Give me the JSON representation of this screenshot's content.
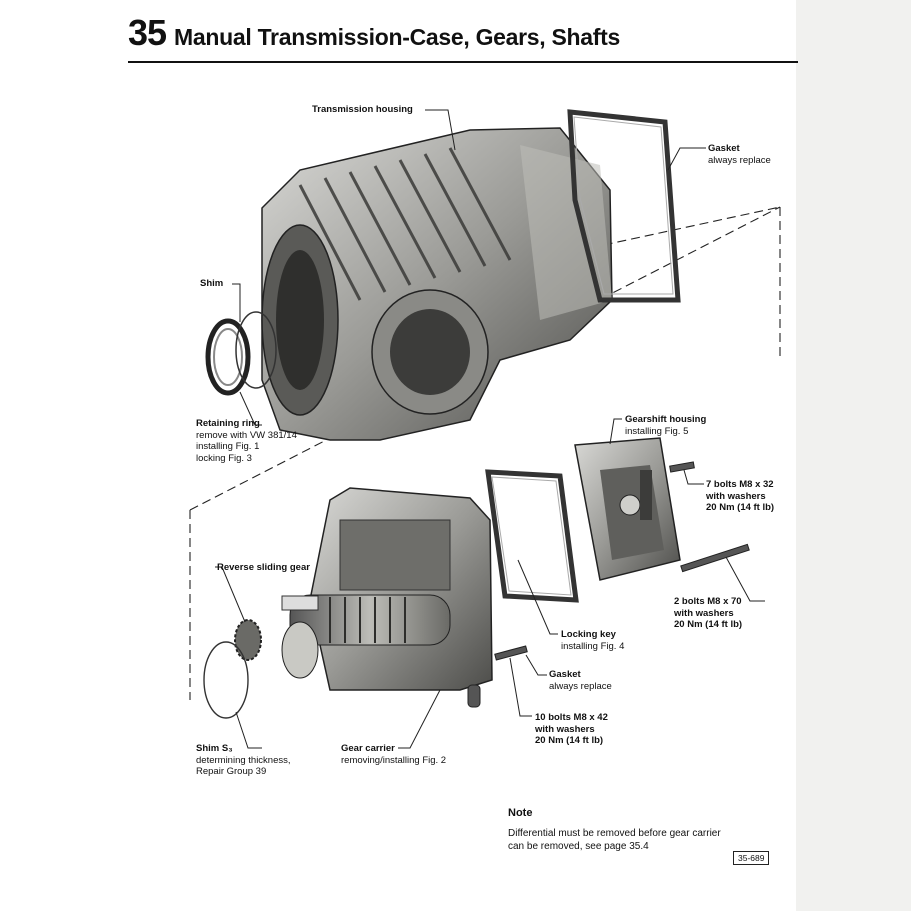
{
  "header": {
    "chapter_number": "35",
    "chapter_title": "Manual Transmission-Case, Gears, Shafts"
  },
  "callouts": {
    "transmission_housing": {
      "title": "Transmission housing"
    },
    "gasket_top": {
      "title": "Gasket",
      "lines": [
        "always replace"
      ]
    },
    "shim_top": {
      "title": "Shim"
    },
    "retaining_ring": {
      "title": "Retaining ring",
      "lines": [
        "remove with VW 381/14",
        "installing Fig. 1",
        "locking Fig. 3"
      ]
    },
    "gearshift_housing": {
      "title": "Gearshift housing",
      "lines": [
        "installing Fig. 5"
      ]
    },
    "bolts_7": {
      "title": "7 bolts M8 x 32",
      "lines": [
        "with washers",
        "20 Nm (14 ft lb)"
      ]
    },
    "reverse_gear": {
      "title": "Reverse sliding gear"
    },
    "bolts_2": {
      "title": "2 bolts M8 x 70",
      "lines": [
        "with washers",
        "20 Nm (14 ft lb)"
      ]
    },
    "locking_key": {
      "title": "Locking key",
      "lines": [
        "installing Fig. 4"
      ]
    },
    "gasket_bottom": {
      "title": "Gasket",
      "lines": [
        "always replace"
      ]
    },
    "bolts_10": {
      "title": "10 bolts M8 x 42",
      "lines": [
        "with washers",
        "20 Nm (14 ft lb)"
      ]
    },
    "shim_s3": {
      "title": "Shim S₃",
      "lines": [
        "determining thickness,",
        "Repair Group 39"
      ]
    },
    "gear_carrier": {
      "title": "Gear carrier",
      "lines": [
        "removing/installing Fig. 2"
      ]
    }
  },
  "note": {
    "heading": "Note",
    "text": "Differential must be removed before gear carrier can be removed, see page 35.4"
  },
  "figure_number": "35-689"
}
